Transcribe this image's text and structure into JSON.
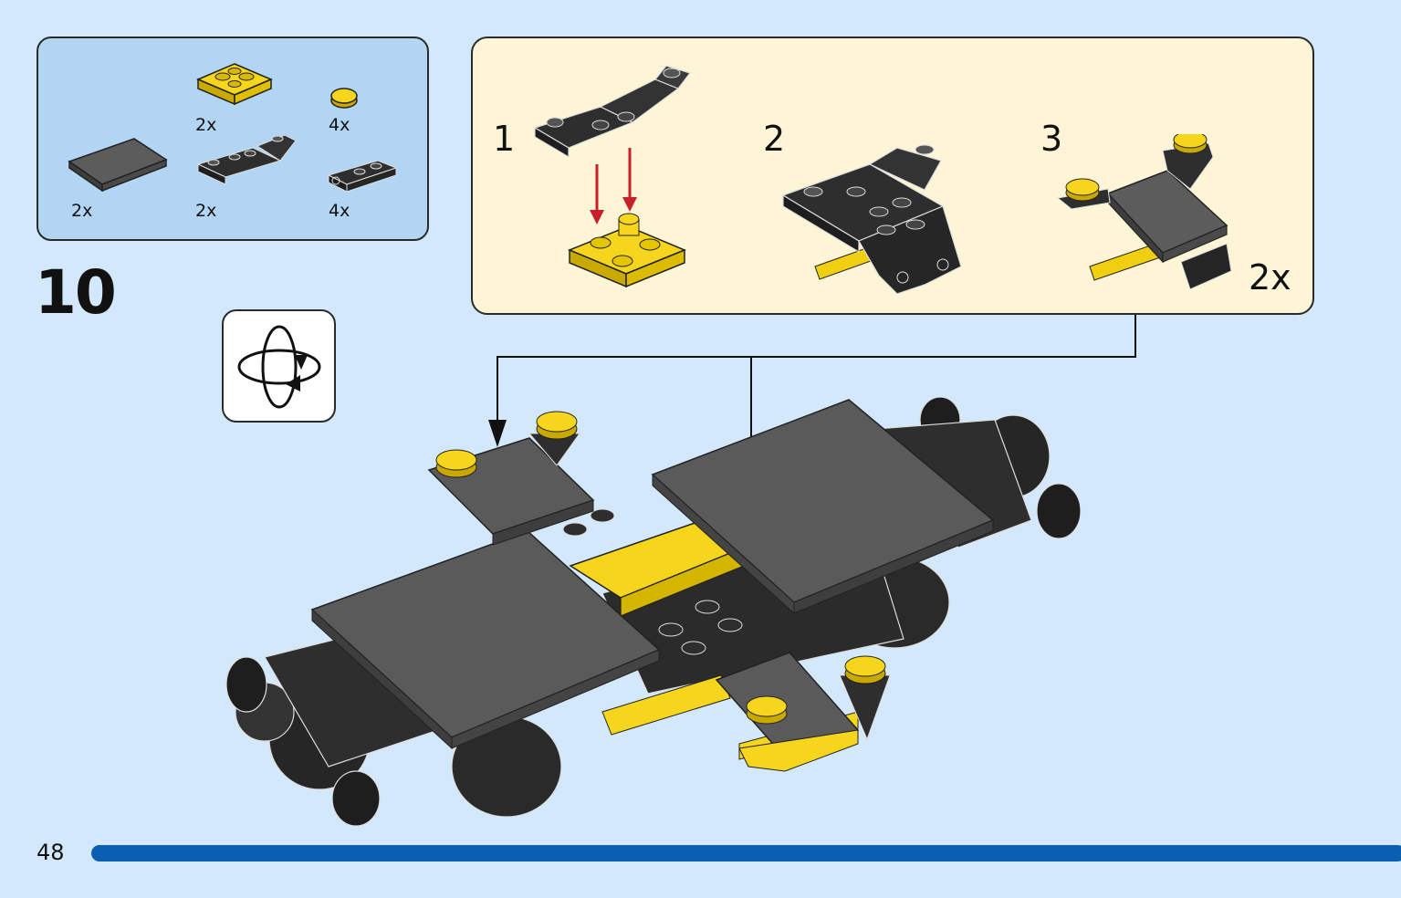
{
  "step": {
    "number": "10"
  },
  "page": {
    "number": "48"
  },
  "parts": [
    {
      "qty": "2x",
      "icon": "yellow-2x2-inverted-plate-icon"
    },
    {
      "qty": "4x",
      "icon": "yellow-round-tile-icon"
    },
    {
      "qty": "2x",
      "icon": "dark-grey-tile-icon"
    },
    {
      "qty": "2x",
      "icon": "black-inverted-bracket-icon"
    },
    {
      "qty": "4x",
      "icon": "black-clip-plate-icon"
    }
  ],
  "substeps": [
    {
      "number": "1"
    },
    {
      "number": "2"
    },
    {
      "number": "3"
    }
  ],
  "substep_multiplier": "2x",
  "rotate_hint": {
    "icon": "rotate-model-icon"
  },
  "colors": {
    "background": "#d3e9fb",
    "parts_box": "#b1d5f3",
    "substep_box": "#fdf5d5",
    "yellow": "#f5d61c",
    "dark_grey": "#595959",
    "black": "#2b2b2b",
    "arrow_red": "#c8202a",
    "progress": "#0a5fb0"
  }
}
